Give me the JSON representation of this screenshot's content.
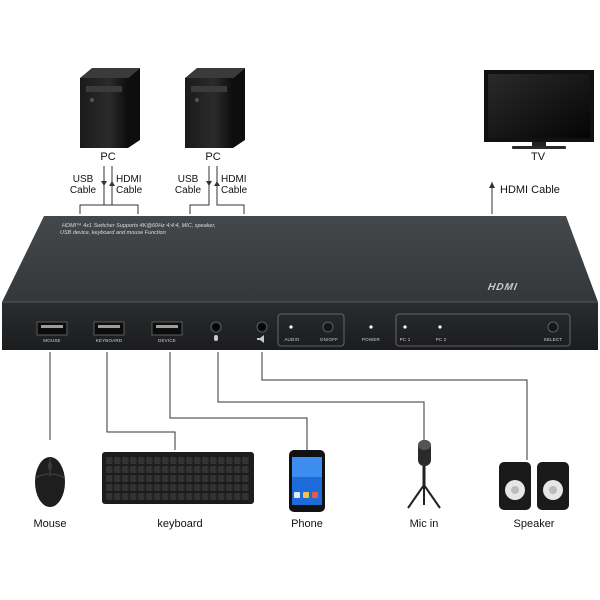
{
  "devices": {
    "pc1": {
      "label": "PC"
    },
    "pc2": {
      "label": "PC"
    },
    "tv": {
      "label": "TV"
    }
  },
  "cables": {
    "pc1_usb": "USB\nCable",
    "pc1_hdmi": "HDMI\nCable",
    "pc2_usb": "USB\nCable",
    "pc2_hdmi": "HDMI\nCable",
    "tv_hdmi": "HDMI Cable"
  },
  "switcher": {
    "top_text_line1": "HDMI™ 4x1 Switcher Supports 4K@60Hz 4:4:4, MIC, speaker,",
    "top_text_line2": "USB device, keyboard and mouse Function",
    "brand_logo": "HDMI",
    "ports": {
      "mouse": "MOUSE",
      "keyboard": "KEYBOARD",
      "device": "DEVICE",
      "audio": "AUDIO",
      "on_off": "ON/OFF",
      "power": "POWER",
      "pc1": "PC 1",
      "pc2": "PC 2",
      "select": "SELECT"
    }
  },
  "peripherals": {
    "mouse": "Mouse",
    "keyboard": "keyboard",
    "phone": "Phone",
    "mic": "Mic in",
    "speaker": "Speaker"
  },
  "colors": {
    "switcher_top": "#3a3d40",
    "switcher_front": "#232527",
    "line": "#333333"
  }
}
